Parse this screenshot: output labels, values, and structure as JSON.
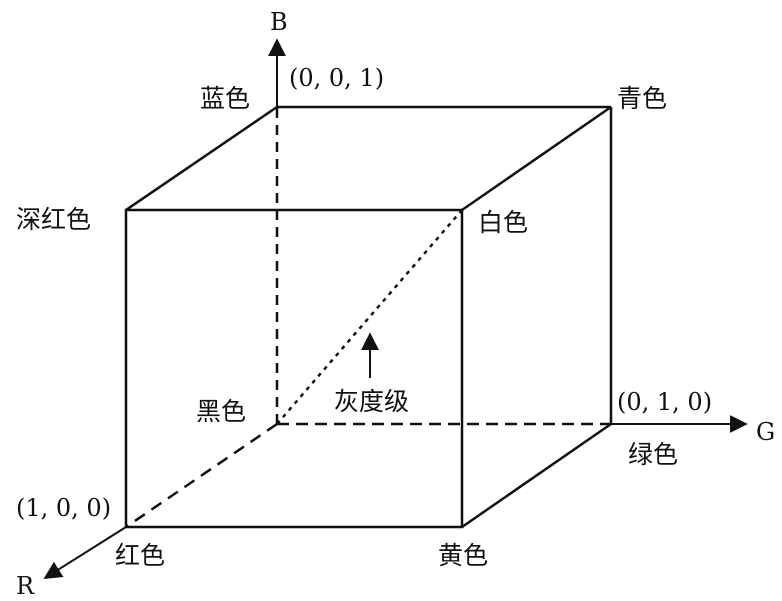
{
  "axes": {
    "b": "B",
    "g": "G",
    "r": "R"
  },
  "vertices": {
    "blue": "蓝色",
    "blue_coord": "(0, 0, 1)",
    "cyan": "青色",
    "magenta": "深红色",
    "white": "白色",
    "black": "黑色",
    "green_coord": "(0, 1, 0)",
    "green": "绿色",
    "red_coord": "(1, 0, 0)",
    "red": "红色",
    "yellow": "黄色"
  },
  "gray_label": "灰度级",
  "colors": {
    "line": "#111111",
    "background": "#ffffff"
  }
}
